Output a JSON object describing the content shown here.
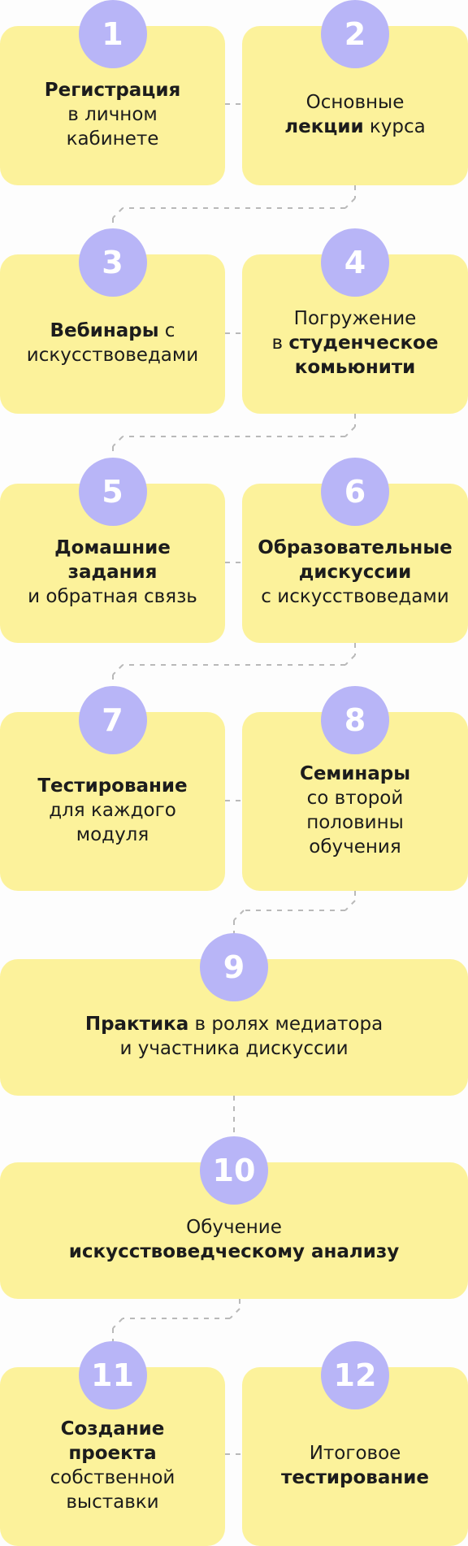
{
  "colors": {
    "card": "#fcf29b",
    "badge": "#b8b5f7",
    "badge_text": "#ffffff",
    "connector": "#b9b9b9",
    "text": "#1c1c1c"
  },
  "steps": [
    {
      "number": "1",
      "lines": [
        [
          [
            "Регистрация",
            true
          ]
        ],
        [
          [
            "в личном",
            false
          ]
        ],
        [
          [
            "кабинете",
            false
          ]
        ]
      ]
    },
    {
      "number": "2",
      "lines": [
        [
          [
            "Основные",
            false
          ]
        ],
        [
          [
            "лекции",
            true
          ],
          [
            " курса",
            false
          ]
        ]
      ]
    },
    {
      "number": "3",
      "lines": [
        [
          [
            "Вебинары",
            true
          ],
          [
            " с",
            false
          ]
        ],
        [
          [
            "искусствоведами",
            false
          ]
        ]
      ]
    },
    {
      "number": "4",
      "lines": [
        [
          [
            "Погружение",
            false
          ]
        ],
        [
          [
            "в ",
            false
          ],
          [
            "студенческое",
            true
          ]
        ],
        [
          [
            "комьюнити",
            true
          ]
        ]
      ]
    },
    {
      "number": "5",
      "lines": [
        [
          [
            "Домашние",
            true
          ]
        ],
        [
          [
            "задания",
            true
          ]
        ],
        [
          [
            "и обратная связь",
            false
          ]
        ]
      ]
    },
    {
      "number": "6",
      "lines": [
        [
          [
            "Образовательные",
            true
          ]
        ],
        [
          [
            "дискуссии",
            true
          ]
        ],
        [
          [
            "с искусствоведами",
            false
          ]
        ]
      ]
    },
    {
      "number": "7",
      "lines": [
        [
          [
            "Тестирование",
            true
          ]
        ],
        [
          [
            "для каждого",
            false
          ]
        ],
        [
          [
            "модуля",
            false
          ]
        ]
      ]
    },
    {
      "number": "8",
      "lines": [
        [
          [
            "Семинары",
            true
          ]
        ],
        [
          [
            "со второй",
            false
          ]
        ],
        [
          [
            "половины",
            false
          ]
        ],
        [
          [
            "обучения",
            false
          ]
        ]
      ]
    },
    {
      "number": "9",
      "lines": [
        [
          [
            "Практика",
            true
          ],
          [
            " в ролях медиатора",
            false
          ]
        ],
        [
          [
            "и участника дискуссии",
            false
          ]
        ]
      ]
    },
    {
      "number": "10",
      "lines": [
        [
          [
            "Обучение",
            false
          ]
        ],
        [
          [
            "искусствоведческому анализу",
            true
          ]
        ]
      ]
    },
    {
      "number": "11",
      "lines": [
        [
          [
            "Создание",
            true
          ]
        ],
        [
          [
            "проекта",
            true
          ]
        ],
        [
          [
            "собственной",
            false
          ]
        ],
        [
          [
            "выставки",
            false
          ]
        ]
      ]
    },
    {
      "number": "12",
      "lines": [
        [
          [
            "Итоговое",
            false
          ]
        ],
        [
          [
            "тестирование",
            true
          ]
        ]
      ]
    }
  ]
}
